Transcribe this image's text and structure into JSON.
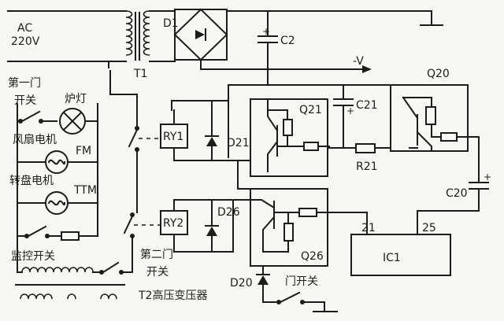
{
  "labels": {
    "ac": "AC",
    "ac_voltage": "220V",
    "t1": "T1",
    "d1": "D1",
    "c2": "C2",
    "neg_v": "-V",
    "q20": "Q20",
    "q21": "Q21",
    "c21": "C21",
    "r21": "R21",
    "c20": "C20",
    "ry1": "RY1",
    "ry2": "RY2",
    "d21": "D21",
    "d26": "D26",
    "d20": "D20",
    "q26": "Q26",
    "ic1": "IC1",
    "pin21": "21",
    "pin25": "25",
    "fm": "FM",
    "ttm": "TTM",
    "door1_switch_a": "第一门",
    "door1_switch_b": "开关",
    "oven_lamp": "炉灯",
    "fan_motor": "风扇电机",
    "turntable_motor": "转盘电机",
    "monitor_switch": "监控开关",
    "door2_switch_a": "第二门",
    "door2_switch_b": "开关",
    "door_switch": "门开关",
    "t2_transformer": "T2高压变压器"
  }
}
